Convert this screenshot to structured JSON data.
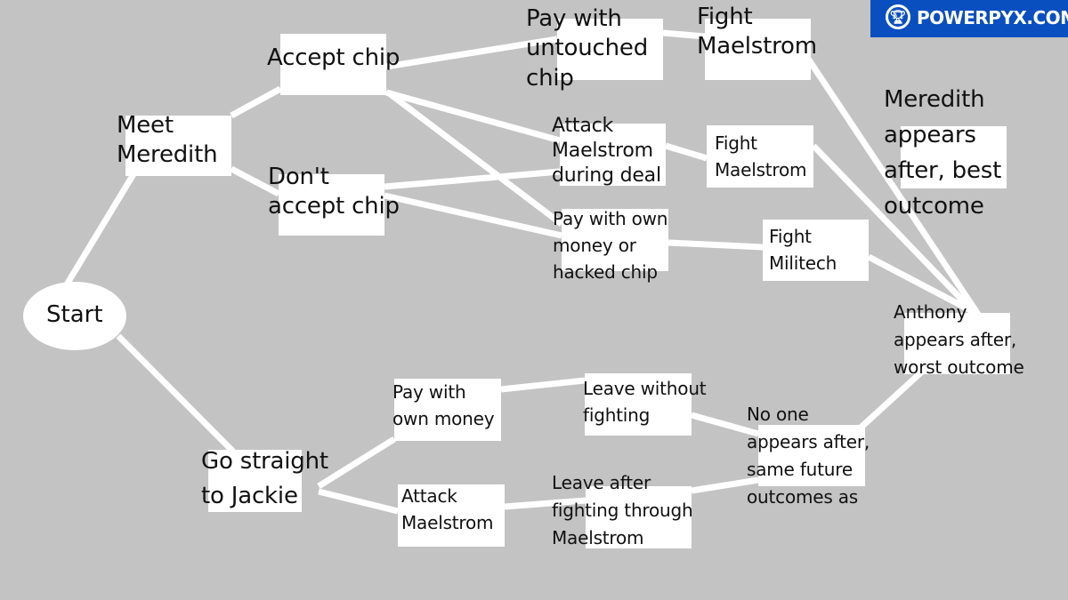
{
  "brand": {
    "icon": "trophy-icon",
    "name": "POWERPYX.COM",
    "color": "#0a4fbf"
  },
  "diagram": {
    "background": "#c3c3c3",
    "node_fill": "#ffffff",
    "nodes": {
      "start": "Start",
      "meet_meredith": [
        "Meet",
        "Meredith"
      ],
      "accept_chip": [
        "Accept chip"
      ],
      "dont_accept_chip": [
        "Don't",
        "accept chip"
      ],
      "pay_untouched_chip": [
        "Pay with",
        "untouched",
        "chip"
      ],
      "fight_maelstrom_1": [
        "Fight",
        "Maelstrom"
      ],
      "attack_maelstrom_deal": [
        "Attack",
        "Maelstrom",
        "during deal"
      ],
      "fight_maelstrom_2": [
        "Fight",
        "Maelstrom"
      ],
      "pay_own_or_hacked": [
        "Pay with own",
        "money or",
        "hacked chip"
      ],
      "fight_militech": [
        "Fight",
        "Militech"
      ],
      "meredith_appears": [
        "Meredith",
        "appears",
        "after, best",
        "outcome"
      ],
      "anthony_appears": [
        "Anthony",
        "appears after,",
        "worst outcome"
      ],
      "go_straight_jackie": [
        "Go straight",
        "to Jackie"
      ],
      "pay_own_money": [
        "Pay with",
        "own money"
      ],
      "attack_maelstrom": [
        "Attack",
        "Maelstrom"
      ],
      "leave_without_fighting": [
        "Leave without",
        "fighting"
      ],
      "leave_after_fighting": [
        "Leave after",
        "fighting through",
        "Maelstrom"
      ],
      "no_one_appears": [
        "No one",
        "appears after,",
        "same future",
        "outcomes as"
      ]
    },
    "edges": [
      [
        "start",
        "meet_meredith"
      ],
      [
        "start",
        "go_straight_jackie"
      ],
      [
        "meet_meredith",
        "accept_chip"
      ],
      [
        "meet_meredith",
        "dont_accept_chip"
      ],
      [
        "accept_chip",
        "pay_untouched_chip"
      ],
      [
        "accept_chip",
        "attack_maelstrom_deal"
      ],
      [
        "accept_chip",
        "pay_own_or_hacked"
      ],
      [
        "dont_accept_chip",
        "attack_maelstrom_deal"
      ],
      [
        "dont_accept_chip",
        "pay_own_or_hacked"
      ],
      [
        "pay_untouched_chip",
        "fight_maelstrom_1"
      ],
      [
        "attack_maelstrom_deal",
        "fight_maelstrom_2"
      ],
      [
        "pay_own_or_hacked",
        "fight_militech"
      ],
      [
        "fight_maelstrom_1",
        "anthony_appears"
      ],
      [
        "fight_maelstrom_2",
        "anthony_appears"
      ],
      [
        "fight_militech",
        "anthony_appears"
      ],
      [
        "go_straight_jackie",
        "pay_own_money"
      ],
      [
        "go_straight_jackie",
        "attack_maelstrom"
      ],
      [
        "pay_own_money",
        "leave_without_fighting"
      ],
      [
        "attack_maelstrom",
        "leave_after_fighting"
      ],
      [
        "leave_without_fighting",
        "no_one_appears"
      ],
      [
        "leave_after_fighting",
        "no_one_appears"
      ],
      [
        "no_one_appears",
        "anthony_appears"
      ]
    ]
  }
}
